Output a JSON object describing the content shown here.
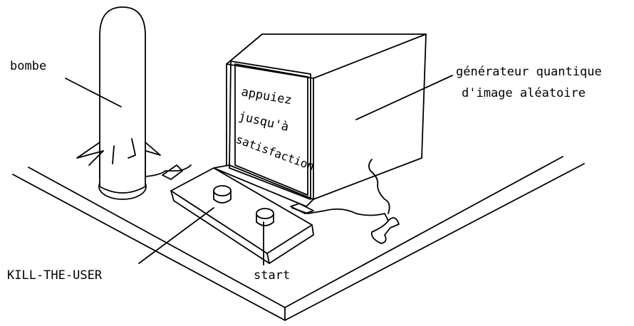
{
  "labels": {
    "bomb": "bombe",
    "generator_line1": "générateur quantique",
    "generator_line2": "d'image aléatoire",
    "kill_button": "KILL-THE-USER",
    "start_button": "start"
  },
  "screen_text": {
    "line1": "appuiez",
    "line2": "jusqu'à",
    "line3": "satisfaction"
  }
}
